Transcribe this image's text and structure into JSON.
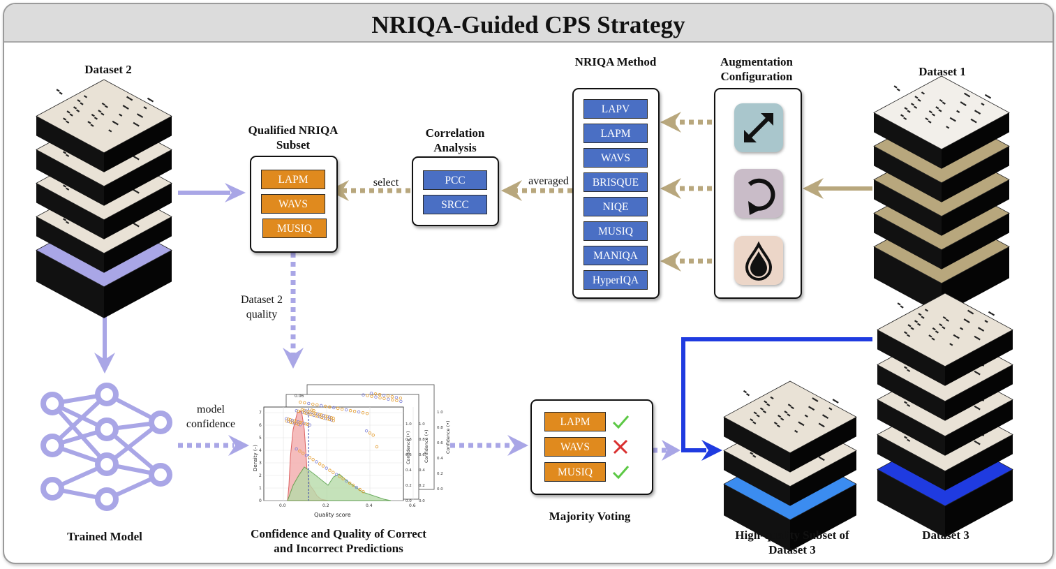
{
  "title": "NRIQA-Guided CPS Strategy",
  "dataset2": {
    "label": "Dataset 2"
  },
  "dataset1": {
    "label": "Dataset 1"
  },
  "dataset3": {
    "label": "Dataset 3"
  },
  "qualified": {
    "title": "Qualified NRIQA Subset",
    "items": [
      "LAPM",
      "WAVS",
      "MUSIQ"
    ]
  },
  "correlation": {
    "title": "Correlation Analysis",
    "items": [
      "PCC",
      "SRCC"
    ]
  },
  "nriqa": {
    "title": "NRIQA Method",
    "items": [
      "LAPV",
      "LAPM",
      "WAVS",
      "BRISQUE",
      "NIQE",
      "MUSIQ",
      "MANIQA",
      "HyperIQA"
    ]
  },
  "augmentation": {
    "title": "Augmentation Configuration",
    "icons": [
      "resize-arrows-icon",
      "rotate-arrow-icon",
      "water-drop-icon"
    ]
  },
  "edges": {
    "select": "select",
    "averaged": "averaged",
    "dataset2_quality": "Dataset 2 quality",
    "model_confidence": "model confidence"
  },
  "trained_model": {
    "label": "Trained Model"
  },
  "confidence_plot": {
    "caption": "Confidence and Quality of Correct and Incorrect Predictions",
    "xlabel": "Quality score",
    "ylabel": "Density (–)",
    "right_label": "Confidence (•)",
    "x_ticks": [
      "0.0",
      "0.2",
      "0.4",
      "0.6"
    ],
    "y_ticks": [
      "0",
      "1",
      "2",
      "3",
      "4",
      "5",
      "6",
      "7"
    ],
    "conf_ticks": [
      "0.0",
      "0.2",
      "0.4",
      "0.6",
      "0.8",
      "1.0"
    ],
    "back_tick": "0.06"
  },
  "voting": {
    "caption": "Majority Voting",
    "items": [
      {
        "name": "LAPM",
        "vote": "check"
      },
      {
        "name": "WAVS",
        "vote": "cross"
      },
      {
        "name": "MUSIQ",
        "vote": "check"
      }
    ]
  },
  "hq_subset": {
    "label": "High-quality Subset of Dataset 3"
  },
  "colors": {
    "lavender": "#a9a6e6",
    "khaki": "#b8a77d",
    "blue_dark": "#1f3be0",
    "blue_light": "#3b8cf0",
    "chip_blue": "#4a6fc4",
    "chip_orange": "#e08a1e",
    "check": "#5cc845",
    "cross": "#d93030"
  }
}
